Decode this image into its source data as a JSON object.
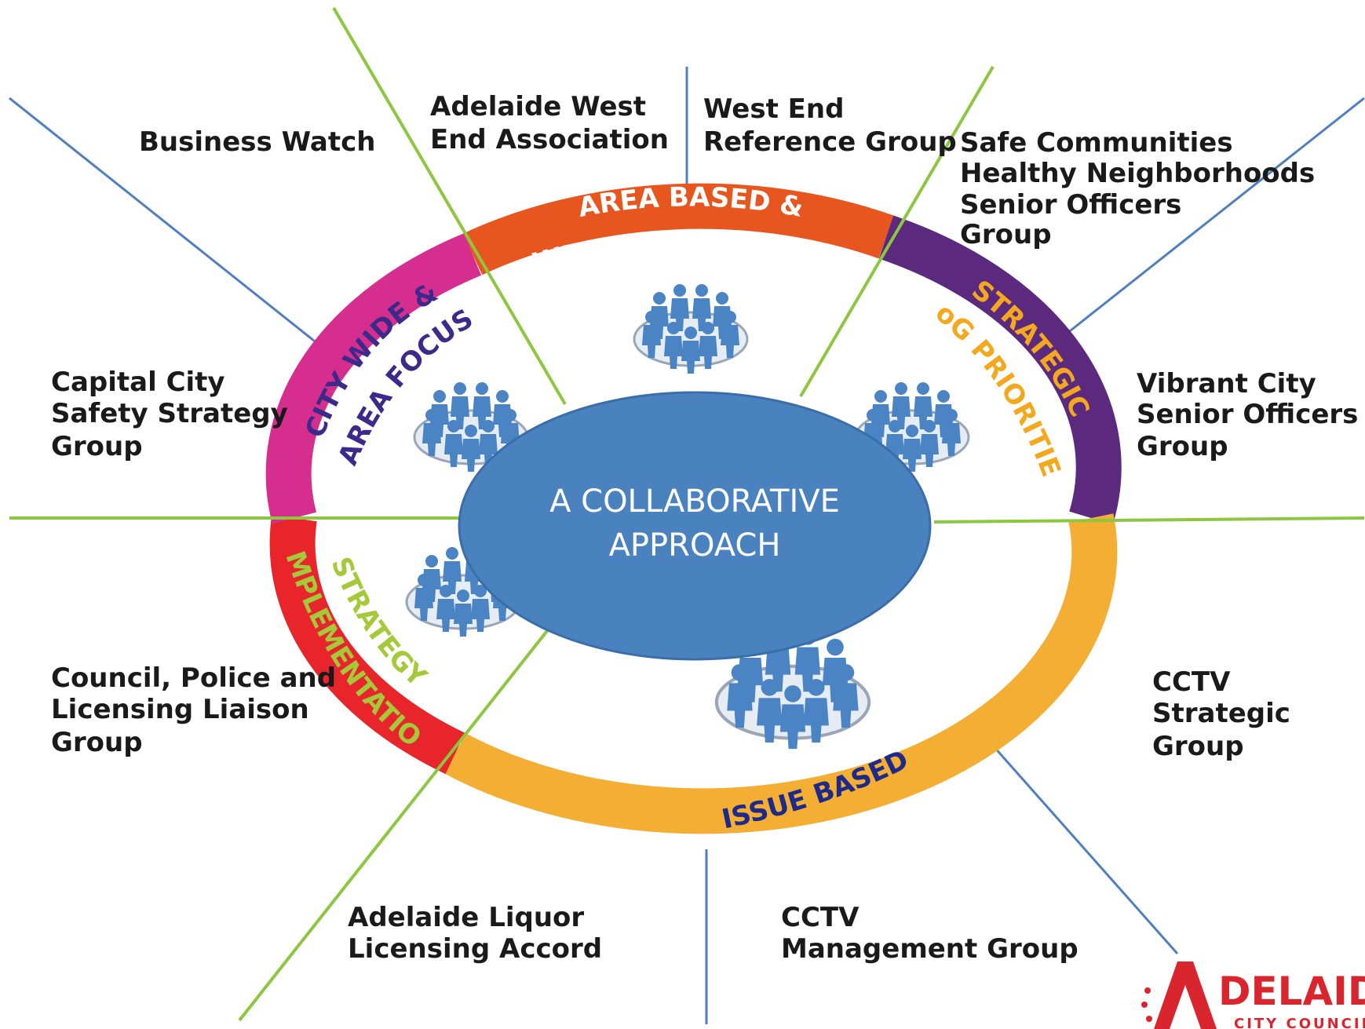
{
  "center": {
    "line1": "A COLLABORATIVE",
    "line2": "APPROACH"
  },
  "segments": {
    "area_based": {
      "line1": "AREA BASED &",
      "line2": "WEST END PRECINCT",
      "color": "#e8561f",
      "text_color": "#ffffff"
    },
    "strategic": {
      "line1": "STRATEGIC",
      "line2": "WoG PRIORITIES",
      "color": "#5b2a7e",
      "text_color": "#f4a81d"
    },
    "issue_based": {
      "line1": "ISSUE BASED",
      "color": "#f3ae33",
      "text_color": "#1d2a8a"
    },
    "strategy_impl": {
      "line1": "STRATEGY",
      "line2": "IMPLEMENTATION",
      "color": "#e8252b",
      "text_color": "#a6c93a"
    },
    "city_wide": {
      "line1": "CITY WIDE &",
      "line2": "AREA FOCUS",
      "color": "#d62e8f",
      "text_color": "#3b2a8a"
    }
  },
  "groups": {
    "business_watch": {
      "line1": "Business Watch"
    },
    "adelaide_west_end": {
      "line1": "Adelaide West",
      "line2": "End Association"
    },
    "west_end_reference": {
      "line1": "West End",
      "line2": "Reference Group"
    },
    "safe_communities": {
      "line1": "Safe Communities",
      "line2": "Healthy Neighborhoods",
      "line3": "Senior Officers",
      "line4": "Group"
    },
    "capital_city": {
      "line1": "Capital City",
      "line2": "Safety Strategy",
      "line3": "Group"
    },
    "vibrant_city": {
      "line1": "Vibrant City",
      "line2": "Senior Officers",
      "line3": "Group"
    },
    "council_police": {
      "line1": "Council, Police and",
      "line2": "Licensing Liaison",
      "line3": "Group"
    },
    "cctv_strategic": {
      "line1": "CCTV",
      "line2": "Strategic",
      "line3": "Group"
    },
    "liquor_accord": {
      "line1": "Adelaide Liquor",
      "line2": "Licensing Accord"
    },
    "cctv_management": {
      "line1": "CCTV",
      "line2": "Management Group"
    }
  },
  "logo": {
    "main": "DELAIDE",
    "sub": "CITY COUNCIL"
  },
  "colors": {
    "center_fill": "#4a82bf",
    "green_line": "#8dc63f",
    "blue_line": "#4f7fbf",
    "people": "#4a84c4"
  }
}
